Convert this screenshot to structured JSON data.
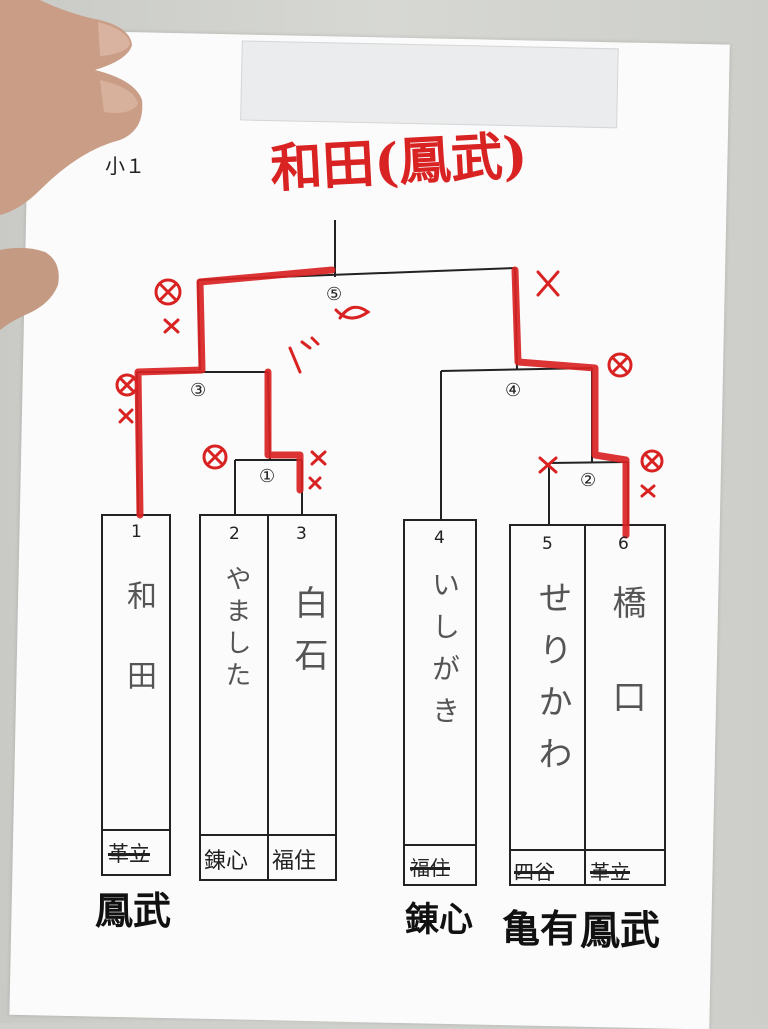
{
  "header": {
    "grade": "小１",
    "winner": "和田(鳳武)"
  },
  "matches": [
    "①",
    "②",
    "③",
    "④",
    "⑤"
  ],
  "entries": [
    {
      "no": "1",
      "name": "和田",
      "club": "革立",
      "club_struck": true,
      "club_written": "鳳武"
    },
    {
      "no": "2",
      "name": "やました",
      "club": "錬心",
      "club_struck": false,
      "club_written": ""
    },
    {
      "no": "3",
      "name": "白石",
      "club": "福住",
      "club_struck": false,
      "club_written": ""
    },
    {
      "no": "4",
      "name": "いしがき",
      "club": "福住",
      "club_struck": true,
      "club_written": "錬心"
    },
    {
      "no": "5",
      "name": "せりかわ",
      "club": "四谷",
      "club_struck": true,
      "club_written": "亀有"
    },
    {
      "no": "6",
      "name": "橋口",
      "club": "革立",
      "club_struck": true,
      "club_written": "鳳武"
    }
  ],
  "colors": {
    "ink": "#222222",
    "red_marker": "#d92323",
    "paper": "#fbfbfb",
    "background": "#cfd0cc"
  }
}
